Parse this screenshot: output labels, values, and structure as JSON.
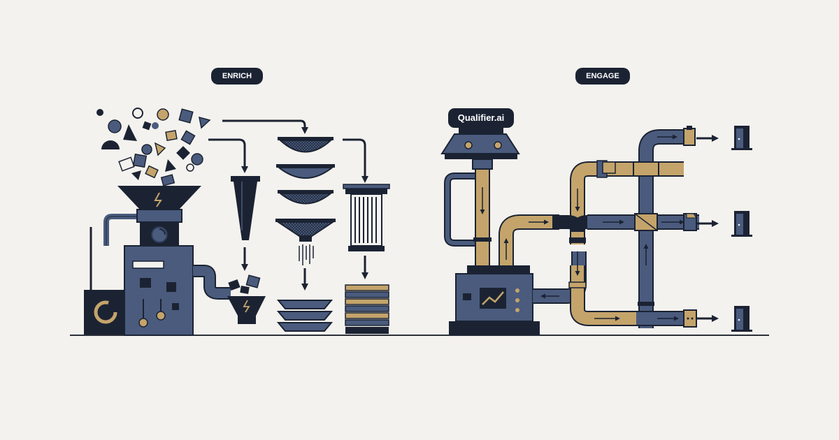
{
  "labels": {
    "enrich": "ENRICH",
    "engage": "ENGAGE",
    "brand": "Qualifier.ai"
  },
  "colors": {
    "background": "#f4f2ee",
    "navy": "#1b2333",
    "slate": "#4a5b7d",
    "gold": "#c4a46b",
    "ground": "#2b2f38"
  },
  "icons": [
    "raw-data-pieces",
    "hopper-machine",
    "battery-icon",
    "gauge-icon",
    "funnel-icon",
    "sieve-stack",
    "filter-cartridge",
    "stacked-plates",
    "reactor-machine",
    "pipe-network",
    "output-door-icon",
    "arrow-icon"
  ]
}
